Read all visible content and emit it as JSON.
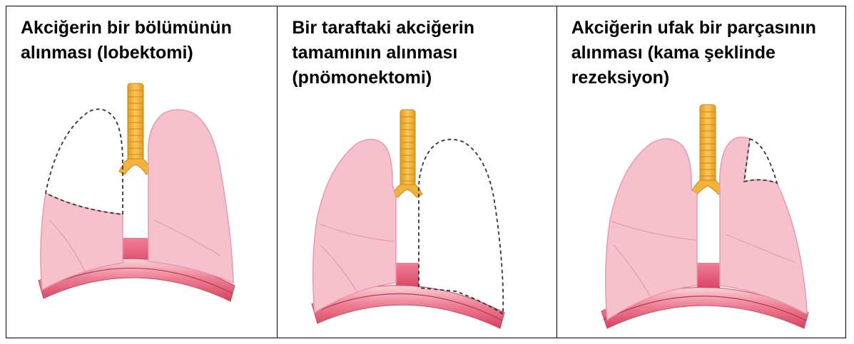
{
  "panels": [
    {
      "id": "lobectomy",
      "caption": "Akciğerin bir bölümünün alınması (lobektomi)"
    },
    {
      "id": "pneumonectomy",
      "caption": "Bir taraftaki akciğerin tamamının alınması (pnömonektomi)"
    },
    {
      "id": "wedge",
      "caption": "Akciğerin ufak bir parçasının alınması (kama şeklinde rezeksiyon)"
    }
  ],
  "colors": {
    "lung_fill": "#f6c1cc",
    "lung_stroke": "#e79aae",
    "trachea": "#f2b23c",
    "trachea_stroke": "#c98a17",
    "diaphragm": "#ea6a84",
    "mediastinum": "#e24b6d",
    "removed_outline": "#333333"
  }
}
